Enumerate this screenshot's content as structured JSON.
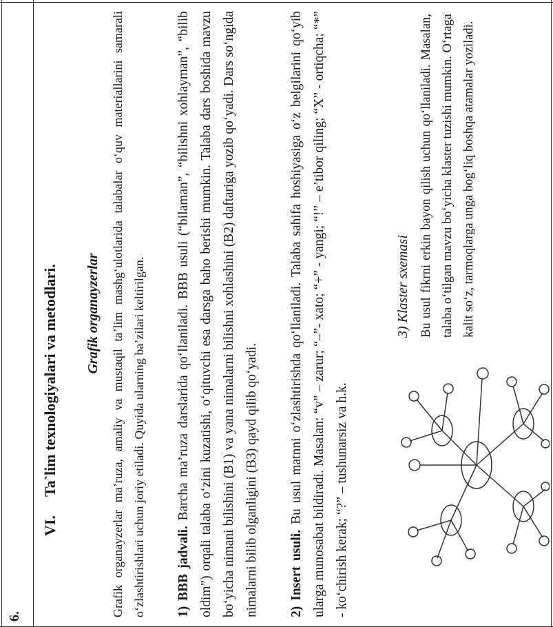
{
  "row": {
    "number": "6."
  },
  "section": {
    "roman": "VI.",
    "title": "Ta`lim texnologiyalari va metodlari."
  },
  "subheading": "Grafik organayzerlar",
  "intro": "Grafik organayzerlar ma’ruza, amaliy va mustaqil ta’lim mashg‘ulotlarida talabalar o‘quv materiallarini samarali o‘zlashtirishlari uchun joriy etiladi. Quyida ularning ba’zilari keltirilgan.",
  "bbb": {
    "lead": "1) BBB jadvali.",
    "text": " Barcha ma’ruza darslarida qo‘llaniladi. BBB usuli (“bilaman”, “bilishni xohlayman”, “bilib oldim”) orqali talaba o‘zini kuzatishi, o‘qituvchi esa darsga baho berishi mumkin. Talaba dars boshida mavzu bo‘yicha nimani bilishini (B1) va yana nimalarni bilishni xohlashini (B2) daftariga yozib qo‘yadi. Dars so‘ngida nimalarni bilib olganligini (B3) qayd qilib qo‘yadi."
  },
  "insert": {
    "lead": "2) Insert usuli.",
    "text": " Bu usul matnni o‘zlashtirishda qo‘llaniladi. Talaba sahifa hoshiyasiga o‘z belgilarini qo‘yib ularga munosabat bildiradi. Masalan: “v” – zarur; “–”- xato; “+” - yangi; “!” – e’tibor qiling; “X” - ortiqcha; “*” - ko‘chirish kerak; “?” – tushunarsiz va h.k."
  },
  "cluster": {
    "title": "3) Klaster sxemasi",
    "text": "Bu usul fikrni erkin bayon qilish uchun qo‘llaniladi. Masalan, talaba o‘tilgan mavzu bo‘yicha klaster tuzishi mumkin. O‘rtaga kalit so‘z, tarmoqlarga unga bog‘liq boshqa atamalar yoziladi."
  }
}
